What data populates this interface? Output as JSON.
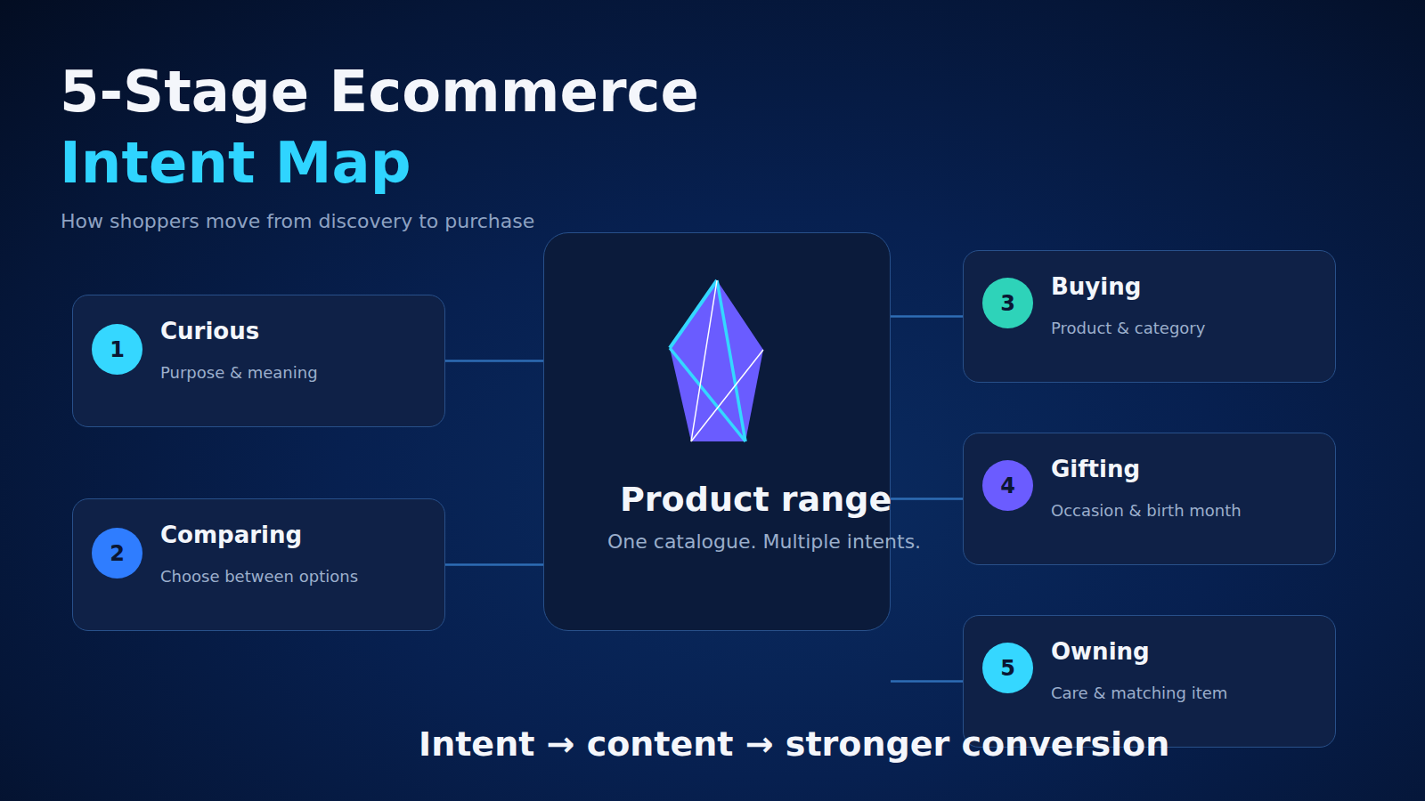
{
  "diagram": {
    "title": "5-Stage Ecommerce Intent Map",
    "nodes": [
      {
        "text": [
          "Curious",
          "Purpose & meaning"
        ]
      },
      {
        "text": [
          "1"
        ],
        "in": 0
      },
      {
        "text": [
          "Comparing",
          "Choose between options"
        ]
      },
      {
        "text": [
          "2"
        ],
        "in": 2
      },
      {
        "text": [
          "Product range",
          "One catalogue. Multiple intents."
        ]
      },
      {
        "text": [
          "Buying",
          "Product & category"
        ]
      },
      {
        "text": [
          "3"
        ],
        "in": 5
      },
      {
        "text": [
          "Gifting",
          "Occasion & birth month"
        ]
      },
      {
        "text": [
          "4"
        ],
        "in": 7
      },
      {
        "text": [
          "Owning",
          "Care & matching item"
        ]
      },
      {
        "text": [
          "5"
        ],
        "in": 9
      }
    ],
    "edges": [
      {
        "from": 0,
        "to": 4,
        "arrow": "none"
      },
      {
        "from": 2,
        "to": 4,
        "arrow": "none"
      },
      {
        "from": 4,
        "to": 5,
        "arrow": "none"
      },
      {
        "from": 4,
        "to": 7,
        "arrow": "none"
      },
      {
        "from": 4,
        "to": 9,
        "arrow": "none"
      }
    ],
    "labels": [
      "How shoppers move from discovery to purchase",
      "Intent → content → stronger conversion"
    ]
  }
}
